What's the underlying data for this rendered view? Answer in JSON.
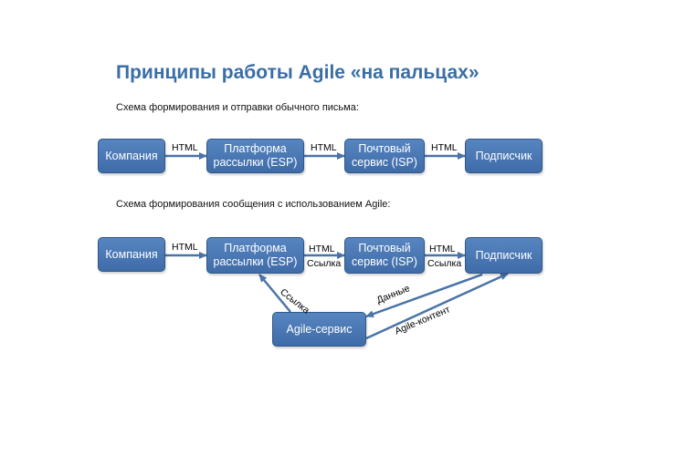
{
  "title": "Принципы работы Agile «на пальцах»",
  "scheme1": {
    "caption": "Схема формирования и отправки обычного письма:",
    "nodes": {
      "company": "Компания",
      "esp": "Платформа рассылки (ESP)",
      "isp": "Почтовый сервис (ISP)",
      "subscriber": "Подписчик"
    },
    "edges": {
      "company_esp": "HTML",
      "esp_isp": "HTML",
      "isp_subscriber": "HTML"
    }
  },
  "scheme2": {
    "caption": "Схема формирования сообщения с использованием Agile:",
    "nodes": {
      "company": "Компания",
      "esp": "Платформа рассылки (ESP)",
      "isp": "Почтовый сервис (ISP)",
      "subscriber": "Подписчик",
      "agile": "Agile-сервис"
    },
    "edges": {
      "company_esp": "HTML",
      "esp_isp_top": "HTML",
      "esp_isp_bottom": "Ссылка",
      "isp_subscriber_top": "HTML",
      "isp_subscriber_bottom": "Ссылка",
      "agile_esp": "Ссылка",
      "subscriber_agile_data": "Данные",
      "agile_subscriber_content": "Agile-контент"
    }
  },
  "colors": {
    "node_fill": "#4a78b5",
    "node_border": "#2f5786",
    "arrow": "#4a73a8",
    "title": "#3a6ea5"
  }
}
